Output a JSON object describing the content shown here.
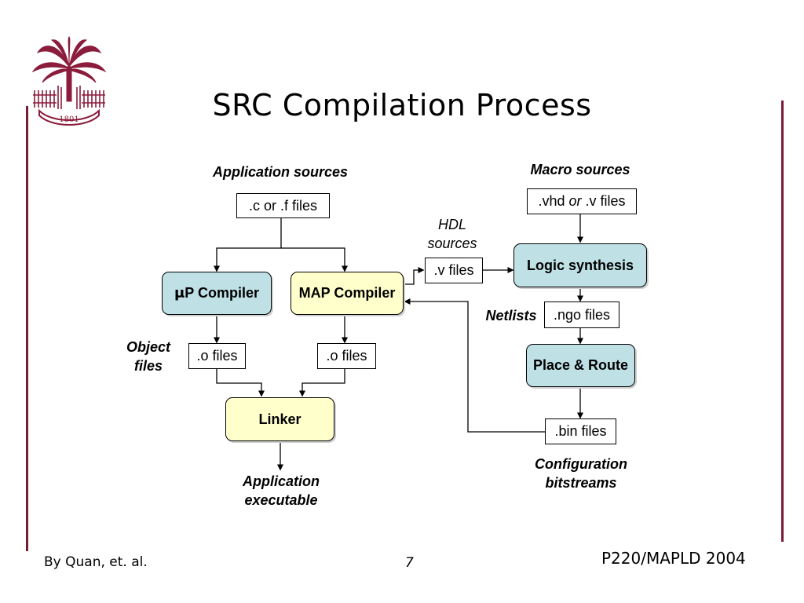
{
  "slide": {
    "title": "SRC Compilation Process",
    "accent_color": "#7a1a35",
    "logo": {
      "icon": "palmetto-seal-icon",
      "year": "1801"
    }
  },
  "labels": {
    "application_sources": "Application sources",
    "macro_sources": "Macro sources",
    "hdl_sources_line1": "HDL",
    "hdl_sources_line2": "sources",
    "object_files_line1": "Object",
    "object_files_line2": "files",
    "netlists": "Netlists",
    "application_executable_line1": "Application",
    "application_executable_line2": "executable",
    "configuration_bitstreams_line1": "Configuration",
    "configuration_bitstreams_line2": "bitstreams"
  },
  "files": {
    "c_files": ".c or .f  files",
    "vhd_prefix": ".vhd ",
    "vhd_or": "or",
    "vhd_suffix": " .v files",
    "v_files": ".v files",
    "ngo_files": ".ngo files",
    "o_files_left": ".o files",
    "o_files_right": ".o files",
    "bin_files": ".bin files"
  },
  "processes": {
    "up_compiler_mu": "μ",
    "up_compiler_rest": "P Compiler",
    "map_compiler": "MAP Compiler",
    "linker": "Linker",
    "logic_synthesis": "Logic synthesis",
    "place_route": "Place & Route"
  },
  "footer": {
    "author": "By Quan, et. al.",
    "page_number": "7",
    "event": "P220/MAPLD 2004"
  }
}
